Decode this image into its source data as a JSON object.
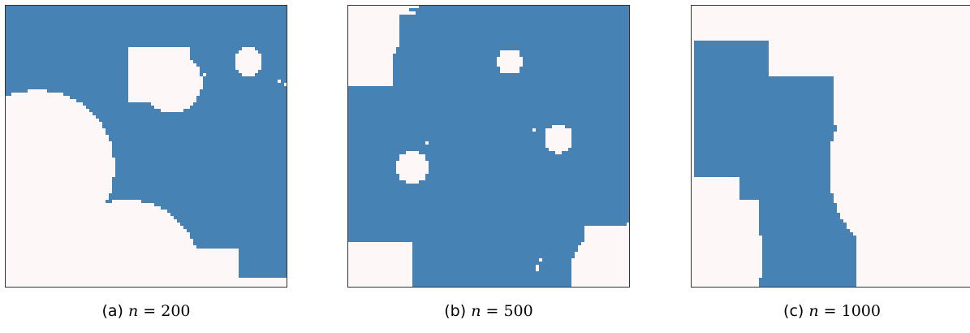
{
  "colors": {
    "cluster": "#4682b4",
    "background": "#fdf7f7",
    "frame": "#333333"
  },
  "panels": [
    {
      "label": "(a)",
      "var": "n",
      "eq": " = ",
      "value": "200"
    },
    {
      "label": "(b)",
      "var": "n",
      "eq": " = ",
      "value": "500"
    },
    {
      "label": "(c)",
      "var": "n",
      "eq": " = ",
      "value": "1000"
    }
  ]
}
